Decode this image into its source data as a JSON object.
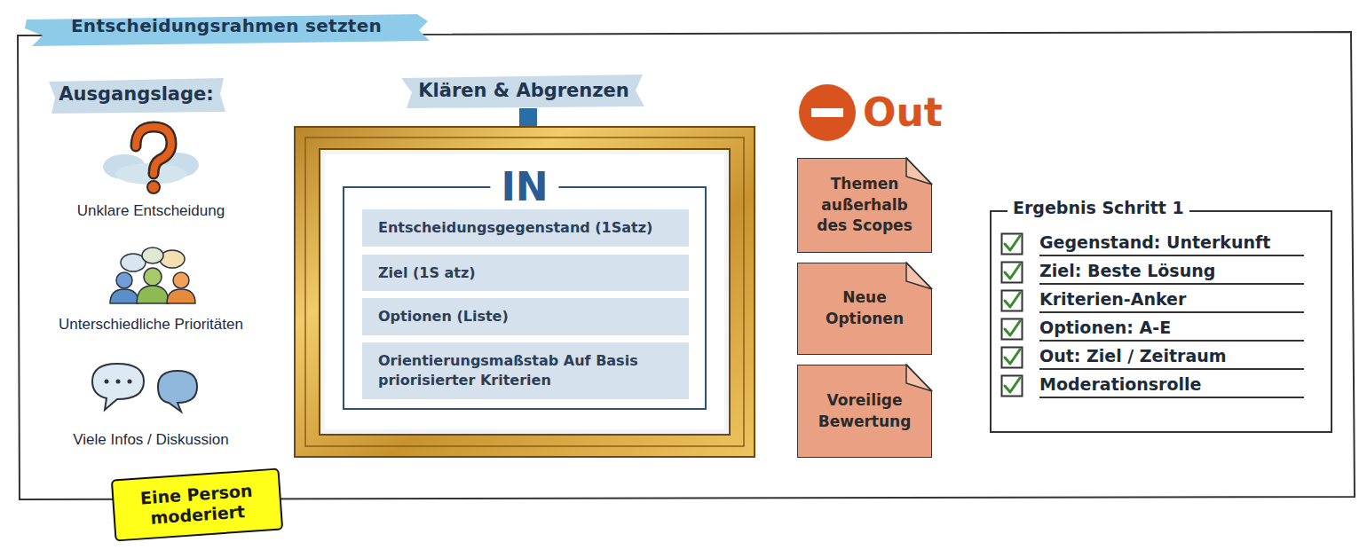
{
  "diagram": {
    "title": "Entscheidungsrahmen setzten",
    "nodes": [
      {
        "text": [
          "IN"
        ]
      },
      {
        "text": [
          "Entscheidungsgegenstand (1Satz)"
        ],
        "in": 0
      },
      {
        "text": [
          "Ziel (1S atz)"
        ],
        "in": 0
      },
      {
        "text": [
          "Optionen (Liste)"
        ],
        "in": 0
      },
      {
        "text": [
          "Orientierungsmaßstab Auf Basis priorisierter Kriterien"
        ],
        "in": 0
      },
      {
        "text": [
          "Themen außerhalb des Scopes"
        ]
      },
      {
        "text": [
          "Neue Optionen"
        ]
      },
      {
        "text": [
          "Voreilige Bewertung"
        ]
      },
      {
        "text": [
          "Ergebnis Schritt 1"
        ]
      },
      {
        "text": [
          "Gegenstand: Unterkunft"
        ],
        "in": 8
      },
      {
        "text": [
          "Ziel: Beste Lösung"
        ],
        "in": 8
      },
      {
        "text": [
          "Kriterien-Anker"
        ],
        "in": 8
      },
      {
        "text": [
          "Optionen: A-E"
        ],
        "in": 8
      },
      {
        "text": [
          "Out: Ziel / Zeitraum"
        ],
        "in": 8
      },
      {
        "text": [
          "Moderationsrolle"
        ],
        "in": 8
      },
      {
        "text": [
          "Eine Person moderiert"
        ]
      }
    ],
    "labels": [
      "Ausgangslage:",
      "Unklare Entscheidung",
      "Unterschiedliche Prioritäten",
      "Viele Infos / Diskussion",
      "Klären & Abgrenzen",
      "Out"
    ]
  }
}
